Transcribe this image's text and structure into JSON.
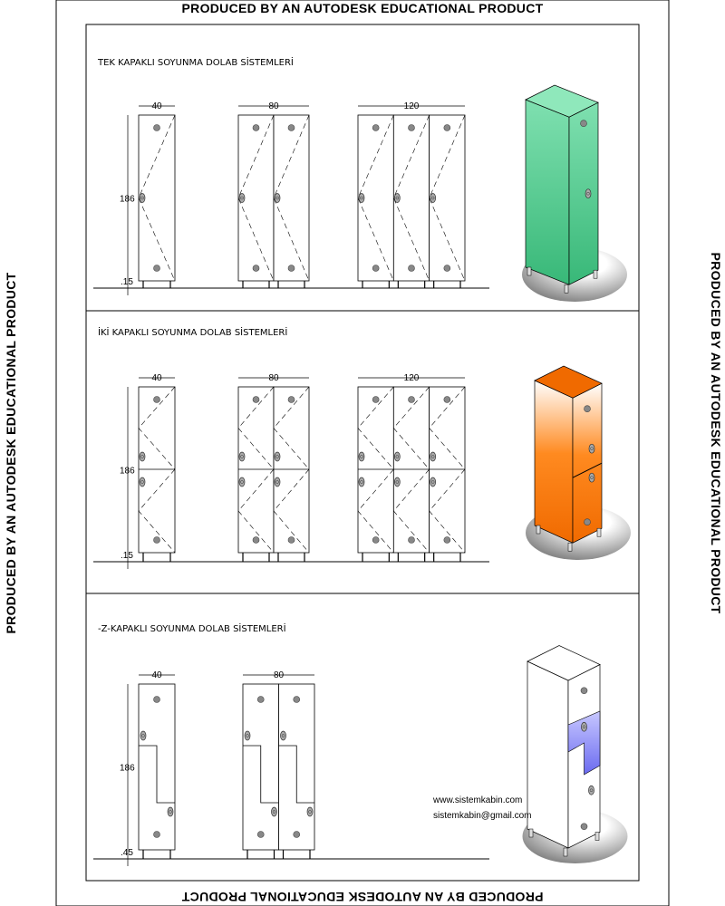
{
  "watermark": "PRODUCED BY AN AUTODESK EDUCATIONAL PRODUCT",
  "sections": [
    {
      "title": "TEK KAPAKLI SOYUNMA DOLAB SİSTEMLERİ",
      "height_label": "186",
      "leg_label": ".15",
      "widths": [
        "40",
        "80",
        "120"
      ],
      "color": "#5fd39a"
    },
    {
      "title": "İKİ KAPAKLI SOYUNMA DOLAB SİSTEMLERİ",
      "height_label": "186",
      "leg_label": ".15",
      "widths": [
        "40",
        "80",
        "120"
      ],
      "color": "#ff7a10"
    },
    {
      "title": "-Z-KAPAKLI SOYUNMA DOLAB SİSTEMLERİ",
      "height_label": "186",
      "leg_label": ".45",
      "widths": [
        "40",
        "80"
      ],
      "color": "#7f7ff0"
    }
  ],
  "contact": {
    "website": "www.sistemkabin.com",
    "email": "sistemkabin@gmail.com"
  }
}
